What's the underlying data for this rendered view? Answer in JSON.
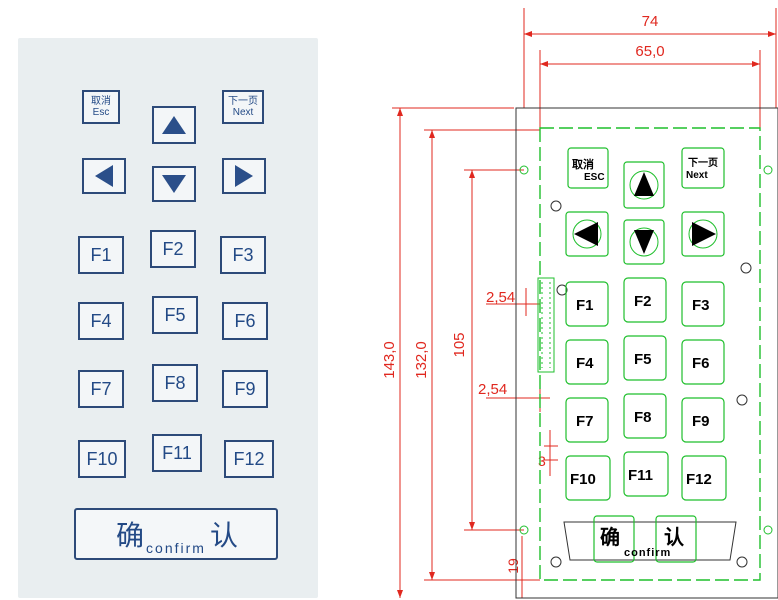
{
  "photo": {
    "cancel_cn": "取消",
    "cancel_en": "Esc",
    "next_cn": "下一页",
    "next_en": "Next",
    "fkeys": [
      "F1",
      "F2",
      "F3",
      "F4",
      "F5",
      "F6",
      "F7",
      "F8",
      "F9",
      "F10",
      "F11",
      "F12"
    ],
    "confirm_cn_1": "确",
    "confirm_cn_2": "认",
    "confirm_en": "confirm"
  },
  "drawing": {
    "dim_width_outer": "74",
    "dim_width_inner": "65,0",
    "dim_height_outer": "143,0",
    "dim_height_mid": "132,0",
    "dim_height_inner": "105",
    "dim_pitch_1": "2,54",
    "dim_pitch_2": "2,54",
    "dim_3": "3",
    "dim_19": "19",
    "cancel_cn": "取消",
    "cancel_en": "ESC",
    "next_cn": "下一页",
    "next_en": "Next",
    "fkeys": [
      "F1",
      "F2",
      "F3",
      "F4",
      "F5",
      "F6",
      "F7",
      "F8",
      "F9",
      "F10",
      "F11",
      "F12"
    ],
    "confirm_cn_1": "确",
    "confirm_cn_2": "认",
    "confirm_en": "confirm"
  },
  "colors": {
    "key_blue": "#2d4a79",
    "dim_red": "#e0281f",
    "outline_green": "#1fbf2c"
  }
}
